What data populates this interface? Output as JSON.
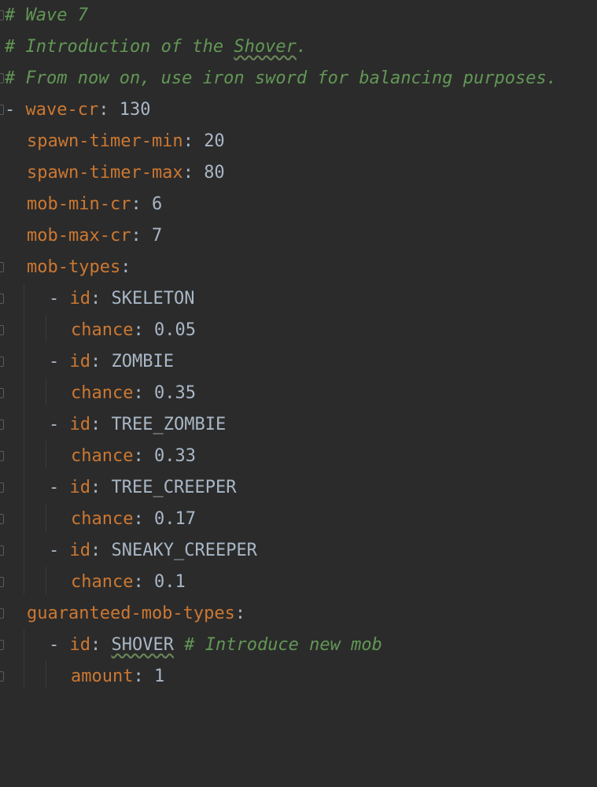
{
  "lines": {
    "l1": {
      "comment": "# Wave 7"
    },
    "l2": {
      "prefix": "# Introduction of the ",
      "word": "Shover",
      "suffix": "."
    },
    "l3": {
      "comment": "# From now on, use iron sword for balancing purposes."
    },
    "l4": {
      "dash": "- ",
      "key": "wave-cr",
      "colon": ": ",
      "value": "130"
    },
    "l5": {
      "key": "spawn-timer-min",
      "colon": ": ",
      "value": "20"
    },
    "l6": {
      "key": "spawn-timer-max",
      "colon": ": ",
      "value": "80"
    },
    "l7": {
      "key": "mob-min-cr",
      "colon": ": ",
      "value": "6"
    },
    "l8": {
      "key": "mob-max-cr",
      "colon": ": ",
      "value": "7"
    },
    "l9": {
      "key": "mob-types",
      "colon": ":"
    },
    "l10": {
      "dash": "- ",
      "key": "id",
      "colon": ": ",
      "value": "SKELETON"
    },
    "l11": {
      "key": "chance",
      "colon": ": ",
      "value": "0.05"
    },
    "l12": {
      "dash": "- ",
      "key": "id",
      "colon": ": ",
      "value": "ZOMBIE"
    },
    "l13": {
      "key": "chance",
      "colon": ": ",
      "value": "0.35"
    },
    "l14": {
      "dash": "- ",
      "key": "id",
      "colon": ": ",
      "value": "TREE_ZOMBIE"
    },
    "l15": {
      "key": "chance",
      "colon": ": ",
      "value": "0.33"
    },
    "l16": {
      "dash": "- ",
      "key": "id",
      "colon": ": ",
      "value": "TREE_CREEPER"
    },
    "l17": {
      "key": "chance",
      "colon": ": ",
      "value": "0.17"
    },
    "l18": {
      "dash": "- ",
      "key": "id",
      "colon": ": ",
      "value": "SNEAKY_CREEPER"
    },
    "l19": {
      "key": "chance",
      "colon": ": ",
      "value": "0.1"
    },
    "l20": {
      "key": "guaranteed-mob-types",
      "colon": ":"
    },
    "l21": {
      "dash": "- ",
      "key": "id",
      "colon": ": ",
      "value": "SHOVER",
      "comment": " # Introduce new mob"
    },
    "l22": {
      "key": "amount",
      "colon": ": ",
      "value": "1"
    }
  },
  "colors": {
    "background": "#2b2b2b",
    "comment": "#629755",
    "key": "#cc7832",
    "text": "#a9b7c6"
  }
}
